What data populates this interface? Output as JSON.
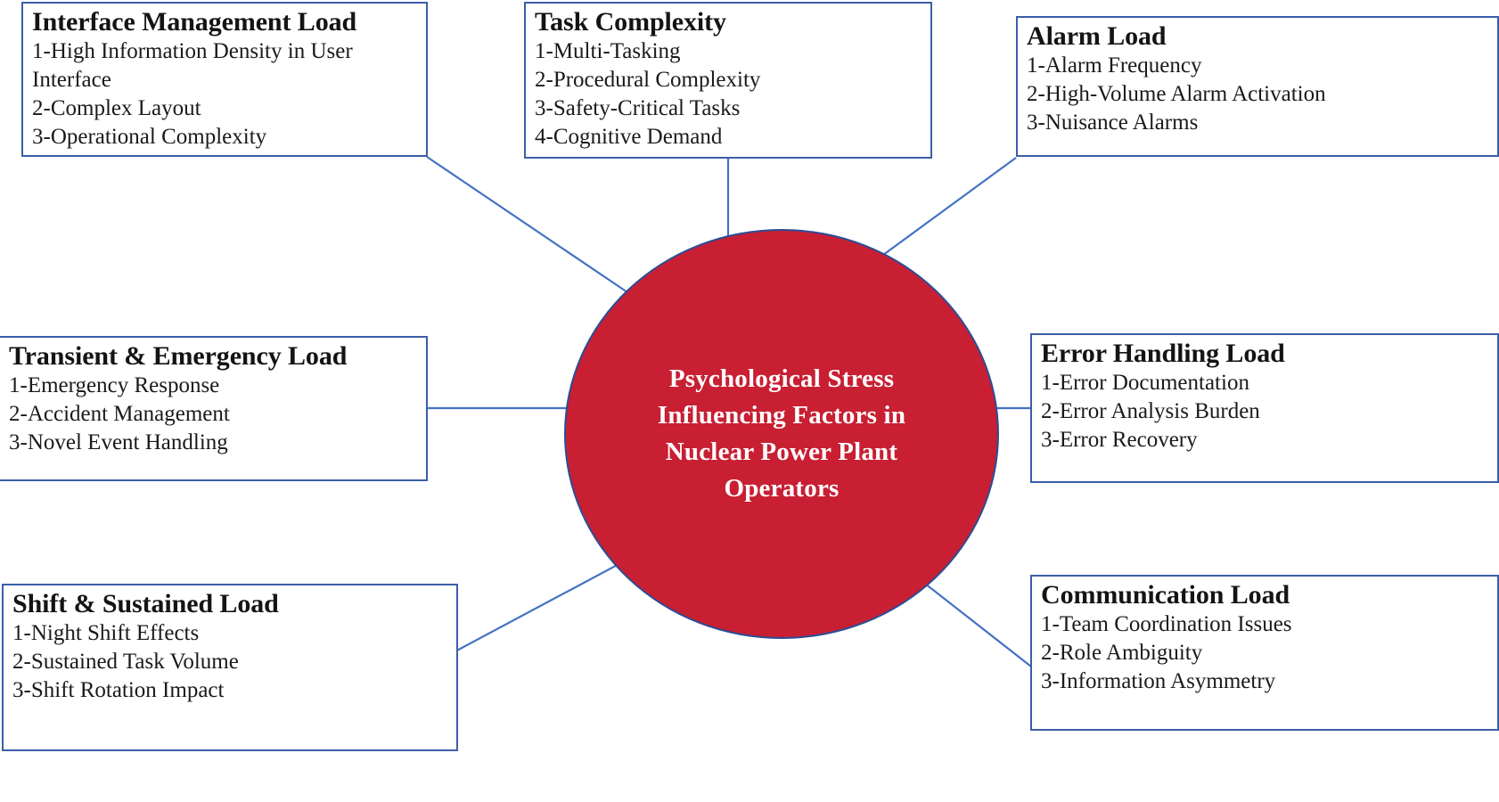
{
  "diagram": {
    "title": "Psychological Stress Influencing Factors in Nuclear Power Plant Operators",
    "center": {
      "label": "Psychological Stress Influencing Factors in Nuclear Power Plant Operators",
      "fill_color": "#C81F33",
      "border_color": "#2B4D96",
      "text_color": "#FFFFFF"
    },
    "style": {
      "box_border_color": "#3B5EA8",
      "box_fill_color": "#FFFFFF",
      "connector_color": "#4472C4",
      "text_color": "#141414"
    },
    "nodes": [
      {
        "id": "interface-management-load",
        "title": "Interface Management Load",
        "items": [
          "1-High Information Density in User Interface",
          "2-Complex Layout",
          "3-Operational Complexity"
        ]
      },
      {
        "id": "task-complexity",
        "title": "Task Complexity",
        "items": [
          "1-Multi-Tasking",
          "2-Procedural Complexity",
          "3-Safety-Critical Tasks",
          "4-Cognitive Demand"
        ]
      },
      {
        "id": "alarm-load",
        "title": "Alarm Load",
        "items": [
          "1-Alarm Frequency",
          "2-High-Volume Alarm Activation",
          "3-Nuisance Alarms"
        ]
      },
      {
        "id": "transient-emergency-load",
        "title": "Transient & Emergency Load",
        "items": [
          "1-Emergency Response",
          "2-Accident Management",
          "3-Novel Event Handling"
        ]
      },
      {
        "id": "error-handling-load",
        "title": "Error Handling Load",
        "items": [
          "1-Error Documentation",
          "2-Error Analysis Burden",
          "3-Error Recovery"
        ]
      },
      {
        "id": "shift-sustained-load",
        "title": "Shift & Sustained Load",
        "items": [
          "1-Night Shift Effects",
          "2-Sustained Task Volume",
          "3-Shift Rotation Impact"
        ]
      },
      {
        "id": "communication-load",
        "title": "Communication Load",
        "items": [
          "1-Team Coordination Issues",
          "2-Role Ambiguity",
          "3-Information Asymmetry"
        ]
      }
    ]
  }
}
